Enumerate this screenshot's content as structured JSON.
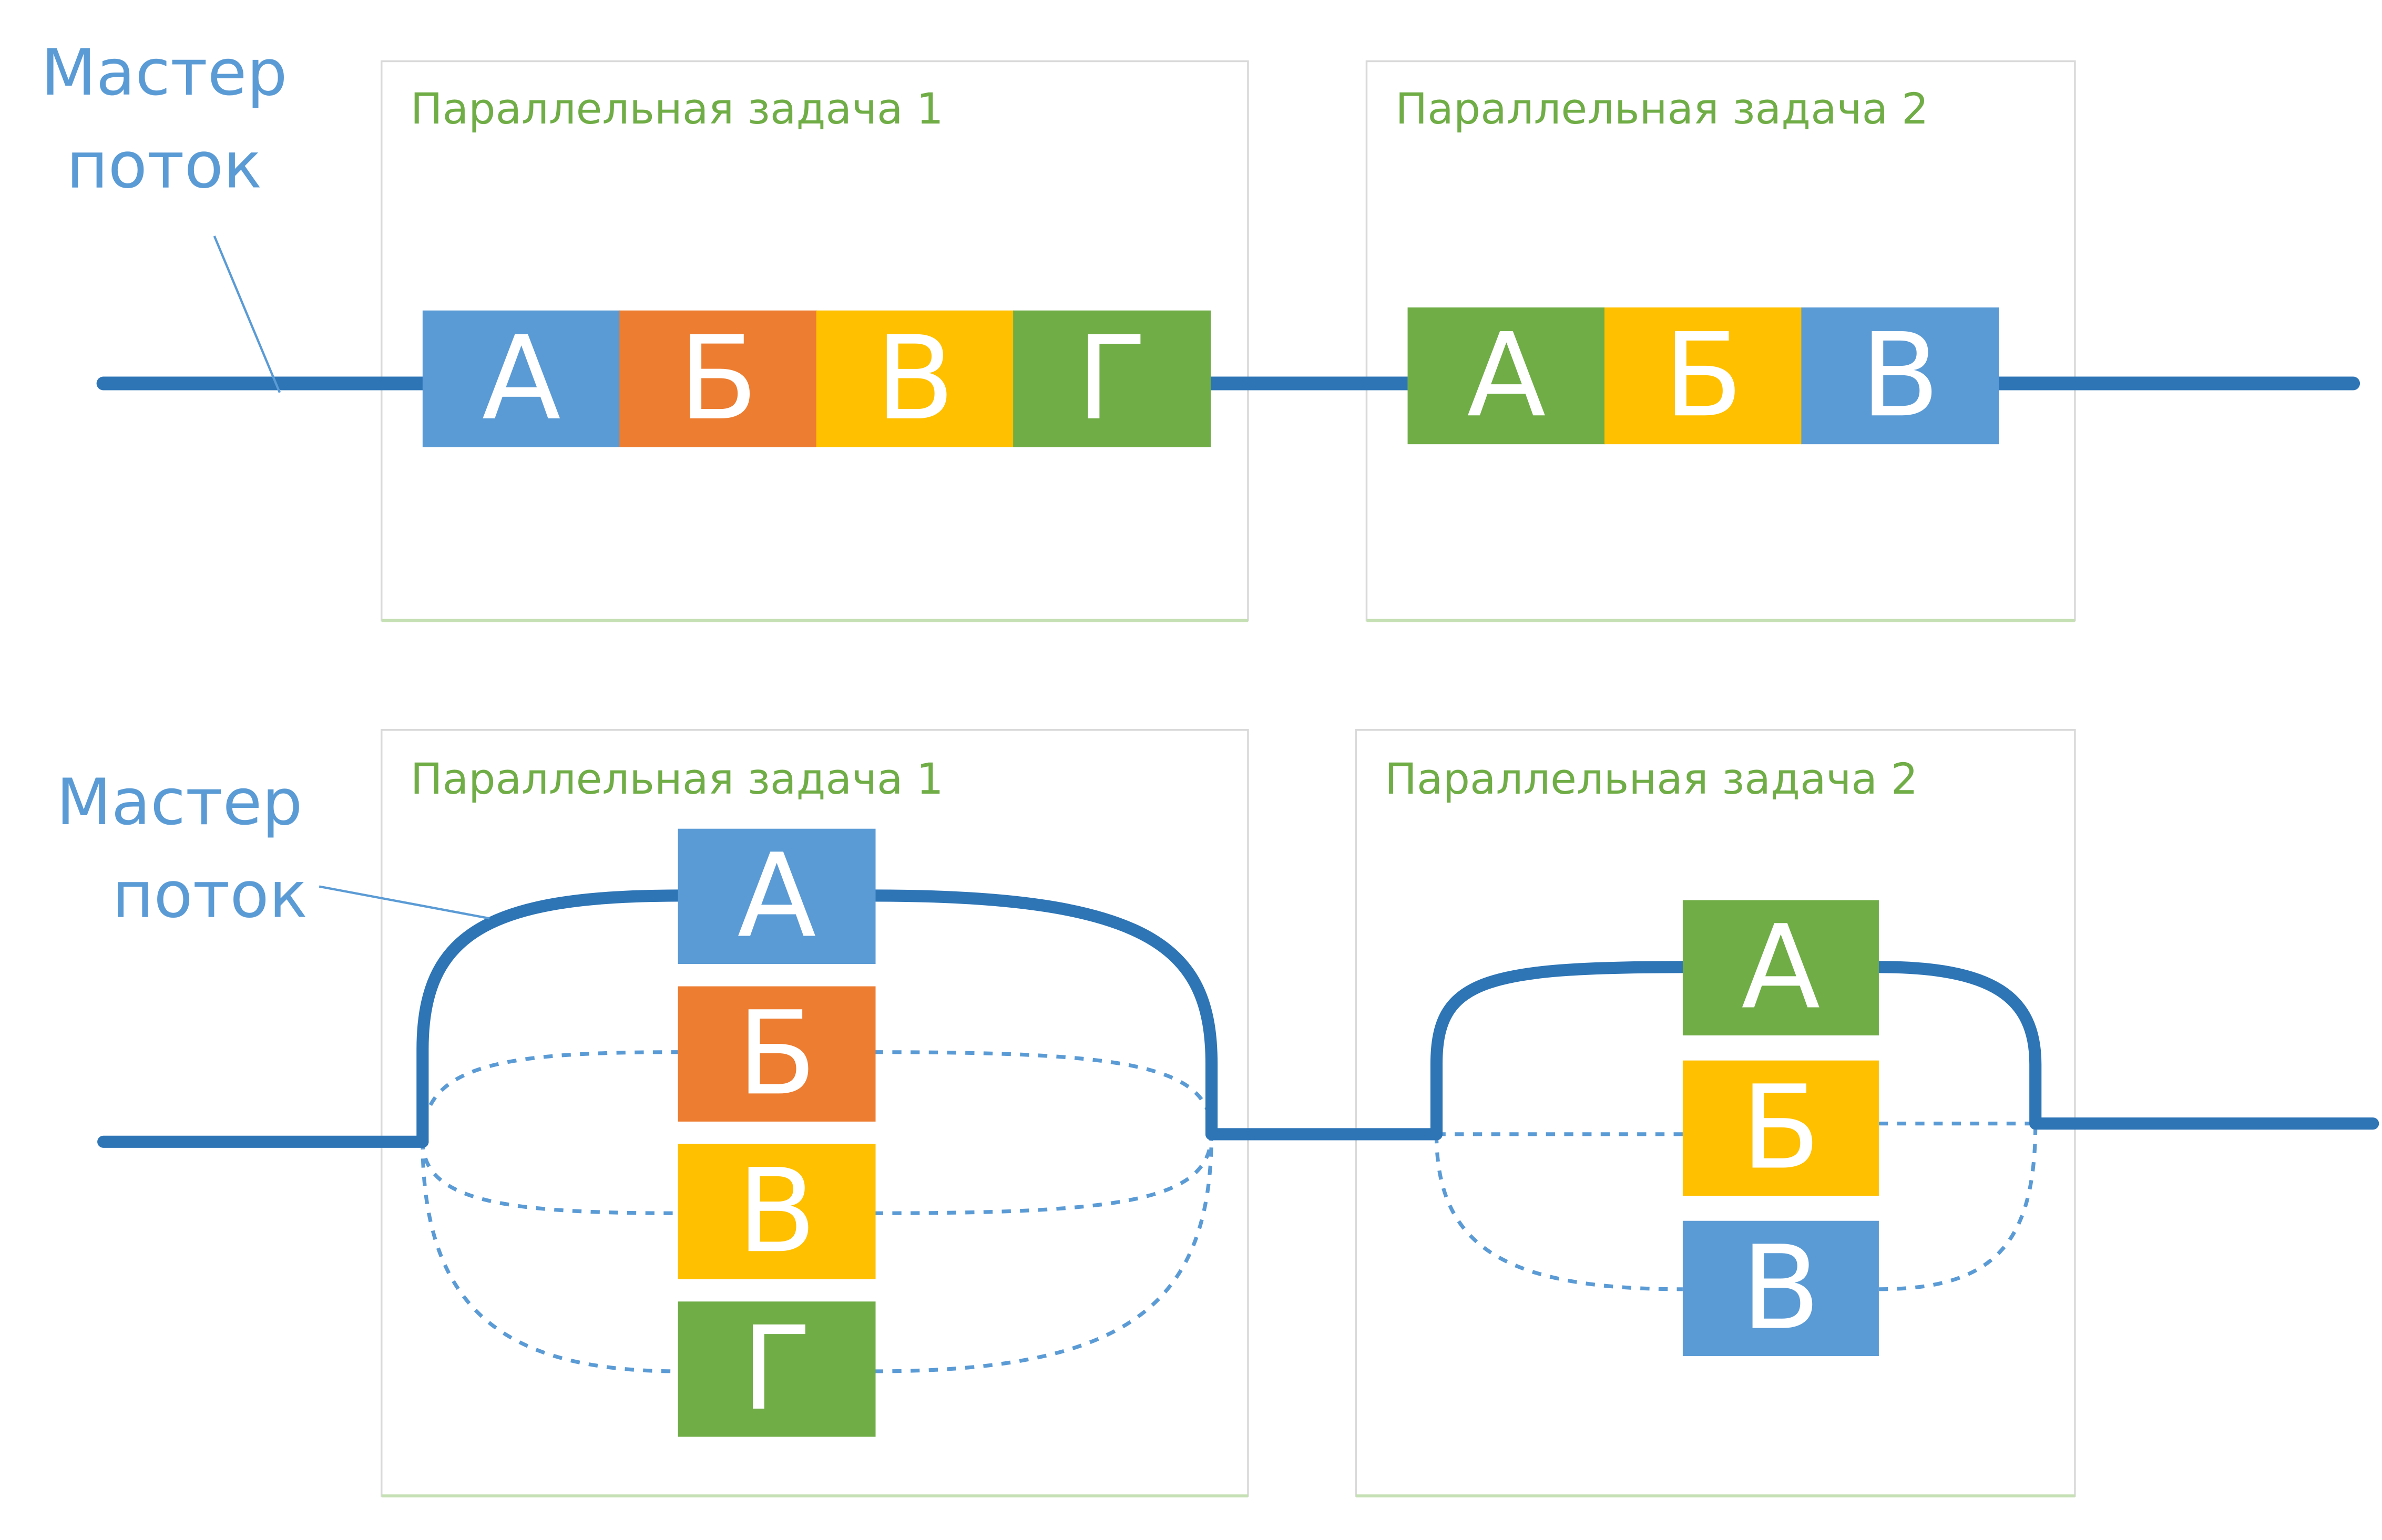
{
  "colors": {
    "thread": "#2e75b6",
    "master_label": "#5b9bd5",
    "task_label": "#70ad47",
    "panel_border": "#d9d9d9",
    "panel_bottom": "#c5e0b4",
    "block_text": "#ffffff"
  },
  "top": {
    "master_label": [
      "Мастер",
      "поток"
    ],
    "task1": {
      "label": "Параллельная задача 1",
      "blocks": [
        {
          "text": "А",
          "color": "#5b9bd5"
        },
        {
          "text": "Б",
          "color": "#ed7d31"
        },
        {
          "text": "В",
          "color": "#ffc000"
        },
        {
          "text": "Г",
          "color": "#70ad47"
        }
      ]
    },
    "task2": {
      "label": "Параллельная задача 2",
      "blocks": [
        {
          "text": "А",
          "color": "#70ad47"
        },
        {
          "text": "Б",
          "color": "#ffc000"
        },
        {
          "text": "В",
          "color": "#5b9bd5"
        }
      ]
    }
  },
  "bottom": {
    "master_label": [
      "Мастер",
      "поток"
    ],
    "task1": {
      "label": "Параллельная задача 1",
      "blocks": [
        {
          "text": "А",
          "color": "#5b9bd5"
        },
        {
          "text": "Б",
          "color": "#ed7d31"
        },
        {
          "text": "В",
          "color": "#ffc000"
        },
        {
          "text": "Г",
          "color": "#70ad47"
        }
      ]
    },
    "task2": {
      "label": "Параллельная задача 2",
      "blocks": [
        {
          "text": "А",
          "color": "#70ad47"
        },
        {
          "text": "Б",
          "color": "#ffc000"
        },
        {
          "text": "В",
          "color": "#5b9bd5"
        }
      ]
    }
  }
}
